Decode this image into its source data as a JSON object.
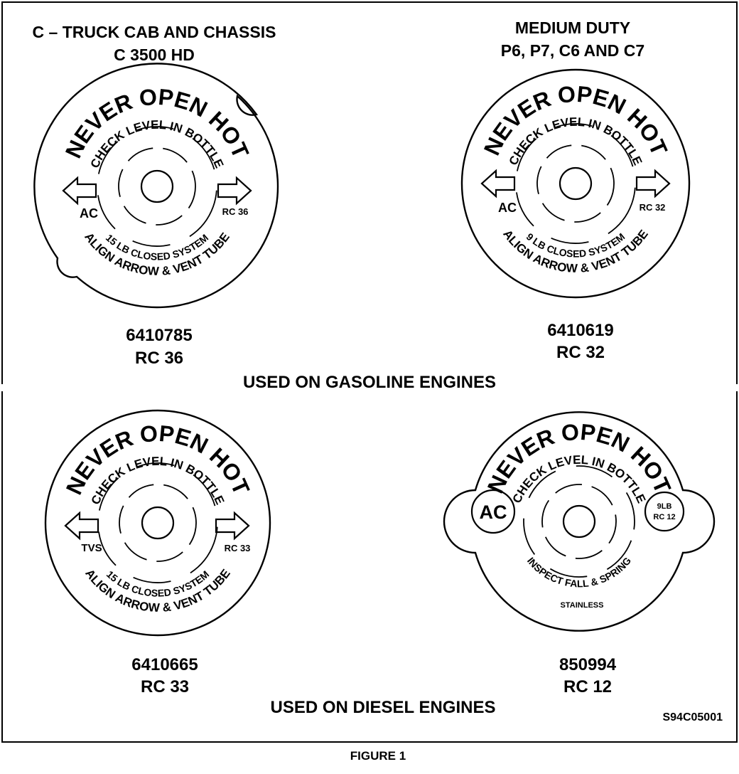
{
  "headers": {
    "left": [
      "C – TRUCK CAB AND CHASSIS",
      "C 3500 HD"
    ],
    "right": [
      "MEDIUM DUTY",
      "P6, P7, C6 AND C7"
    ]
  },
  "sections": {
    "gasoline": "USED ON GASOLINE ENGINES",
    "diesel": "USED ON DIESEL ENGINES"
  },
  "caps": [
    {
      "id": "cap-6410785",
      "style": "tab-ears",
      "top_text": "NEVER OPEN HOT",
      "mid_text": "CHECK LEVEL IN BOTTLE",
      "left_label": "AC",
      "right_label": "RC 36",
      "pressure_text": "15 LB CLOSED SYSTEM",
      "bottom_text": "ALIGN ARROW & VENT TUBE",
      "part_number": "6410785",
      "rc_code": "RC 36"
    },
    {
      "id": "cap-6410619",
      "style": "plain",
      "top_text": "NEVER OPEN HOT",
      "mid_text": "CHECK LEVEL IN BOTTLE",
      "left_label": "AC",
      "right_label": "RC 32",
      "pressure_text": "9 LB CLOSED SYSTEM",
      "bottom_text": "ALIGN ARROW & VENT TUBE",
      "part_number": "6410619",
      "rc_code": "RC 32"
    },
    {
      "id": "cap-6410665",
      "style": "plain",
      "top_text": "NEVER OPEN HOT",
      "mid_text": "CHECK LEVEL IN BOTTLE",
      "left_label": "TVS",
      "right_label": "RC 33",
      "pressure_text": "15 LB CLOSED SYSTEM",
      "bottom_text": "ALIGN ARROW & VENT TUBE",
      "part_number": "6410665",
      "rc_code": "RC 33"
    },
    {
      "id": "cap-850994",
      "style": "side-lobes",
      "top_text": "NEVER OPEN HOT",
      "mid_text": "CHECK LEVEL IN BOTTLE",
      "left_badge": "AC",
      "right_badge": [
        "9LB",
        "RC 12"
      ],
      "inspect_text": "INSPECT FALL & SPRING",
      "material_text": "STAINLESS",
      "part_number": "850994",
      "rc_code": "RC 12"
    }
  ],
  "figure_code": "S94C05001",
  "caption": "FIGURE 1"
}
